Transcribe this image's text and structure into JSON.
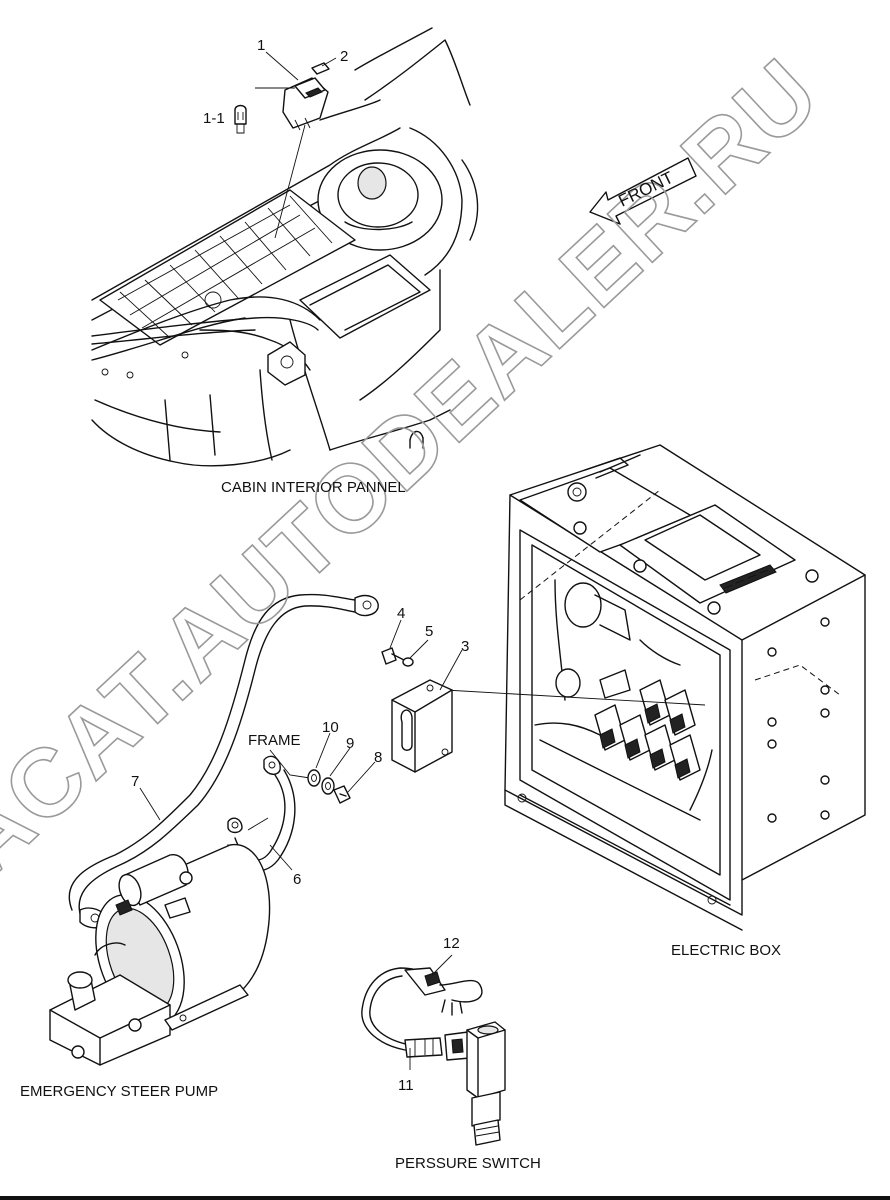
{
  "captions": {
    "cabin_panel": "CABIN INTERIOR PANNEL",
    "electric_box": "ELECTRIC BOX",
    "emergency_pump": "EMERGENCY STEER PUMP",
    "pressure_switch": "PERSSURE SWITCH",
    "frame": "FRAME",
    "front": "FRONT"
  },
  "callouts": {
    "c1": "1",
    "c2": "2",
    "c1_1": "1-1",
    "c3": "3",
    "c4": "4",
    "c5": "5",
    "c6": "6",
    "c7": "7",
    "c8": "8",
    "c9": "9",
    "c10": "10",
    "c11": "11",
    "c12": "12"
  },
  "watermark": "ACAT.AUTODEALER.RU"
}
